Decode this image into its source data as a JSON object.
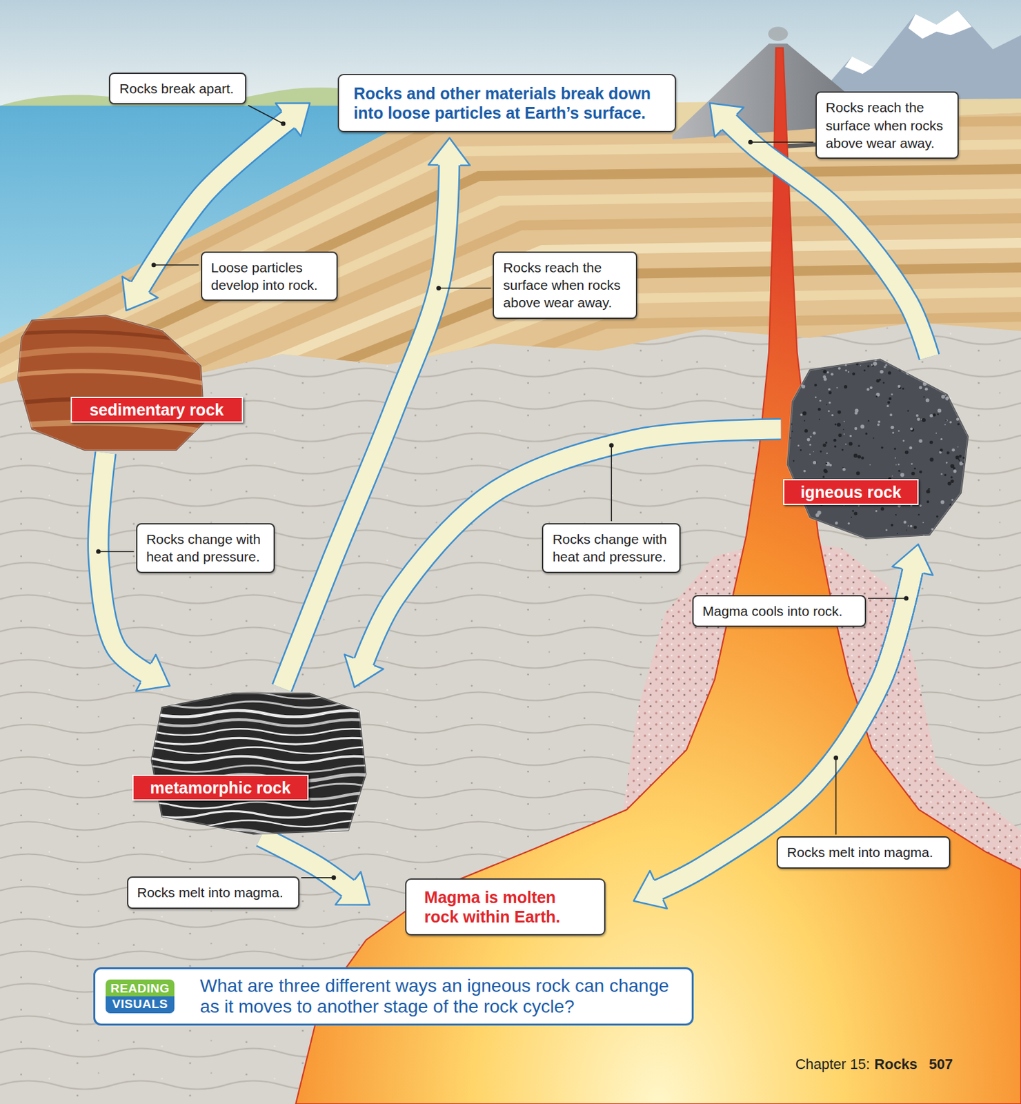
{
  "diagram": {
    "nodes": [
      {
        "text": [
          "Rocks and other materials break down into loose particles at Earth’s surface."
        ]
      },
      {
        "text": [
          "sedimentary rock"
        ]
      },
      {
        "text": [
          "igneous rock"
        ]
      },
      {
        "text": [
          "metamorphic rock"
        ]
      },
      {
        "text": [
          "Magma is molten rock within Earth."
        ]
      },
      {
        "text": [
          "READING VISUALS",
          "What are three different ways an igneous rock can change as it moves to another stage of the rock cycle?"
        ]
      }
    ],
    "edges": [
      {
        "from": 1,
        "to": 0,
        "arrow": "to",
        "label": "Rocks break apart."
      },
      {
        "from": 0,
        "to": 1,
        "arrow": "to",
        "label": "Loose particles develop into rock."
      },
      {
        "from": 1,
        "to": 3,
        "arrow": "to",
        "label": "Rocks change with heat and pressure."
      },
      {
        "from": 3,
        "to": 0,
        "arrow": "to",
        "label": "Rocks reach the surface when rocks above wear away."
      },
      {
        "from": 2,
        "to": 3,
        "arrow": "to",
        "label": "Rocks change with heat and pressure."
      },
      {
        "from": 2,
        "to": 0,
        "arrow": "to",
        "label": "Rocks reach the surface when rocks above wear away."
      },
      {
        "from": 4,
        "to": 2,
        "arrow": "to",
        "label": "Magma cools into rock."
      },
      {
        "from": 2,
        "to": 4,
        "arrow": "to",
        "label": "Rocks melt into magma."
      },
      {
        "from": 3,
        "to": 4,
        "arrow": "to",
        "label": "Rocks melt into magma."
      }
    ],
    "labels": [
      "Chapter 15:",
      "Rocks",
      "507"
    ]
  }
}
